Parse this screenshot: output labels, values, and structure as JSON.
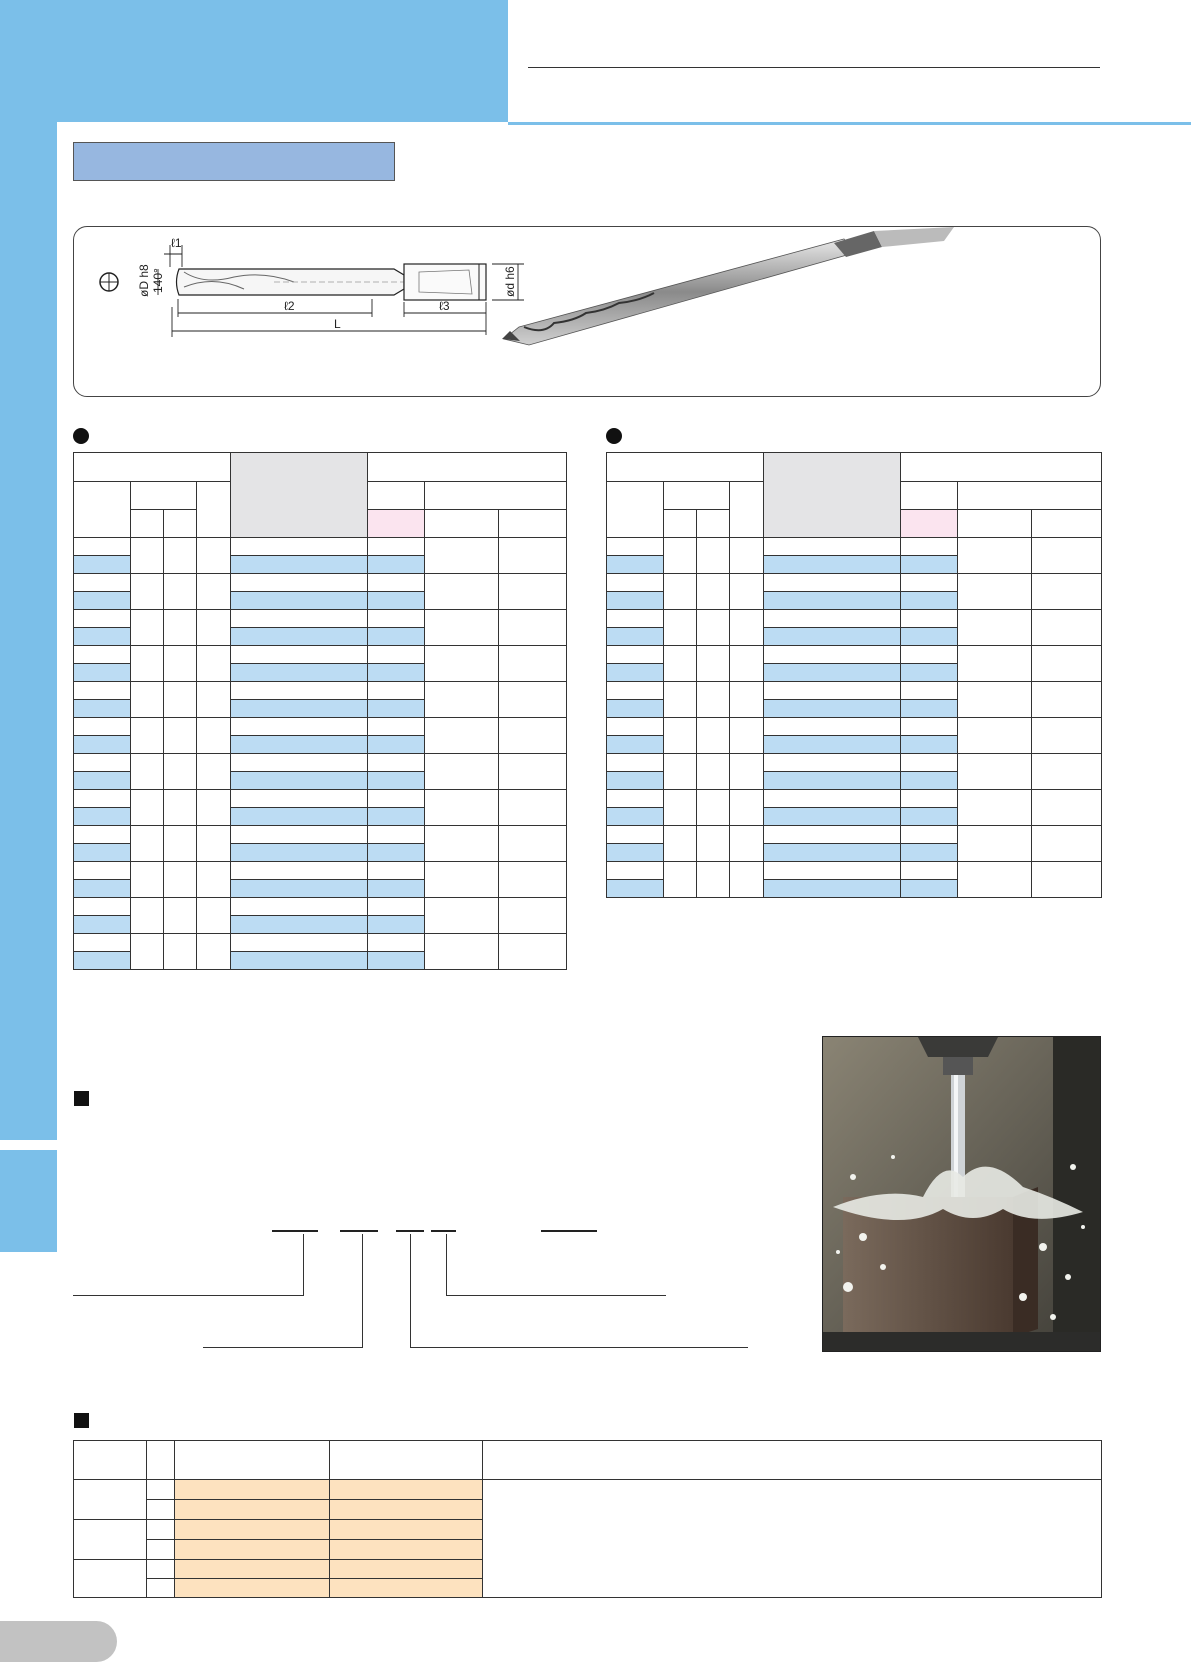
{
  "diagram": {
    "labels": {
      "l1": "ℓ1",
      "l2": "ℓ2",
      "l3": "ℓ3",
      "L": "L",
      "D": "øD h8",
      "d": "ød h6",
      "angle": "140°"
    }
  },
  "colors": {
    "sidebar": "#7bbfe9",
    "title_box": "#97b7e0",
    "row_highlight": "#bcdcf3",
    "header_gray": "#e4e4e6",
    "header_pink": "#fbe4ef",
    "order_highlight": "#fde2bf"
  },
  "icons": {
    "bullet": "filled-circle",
    "section_marker": "filled-square"
  }
}
